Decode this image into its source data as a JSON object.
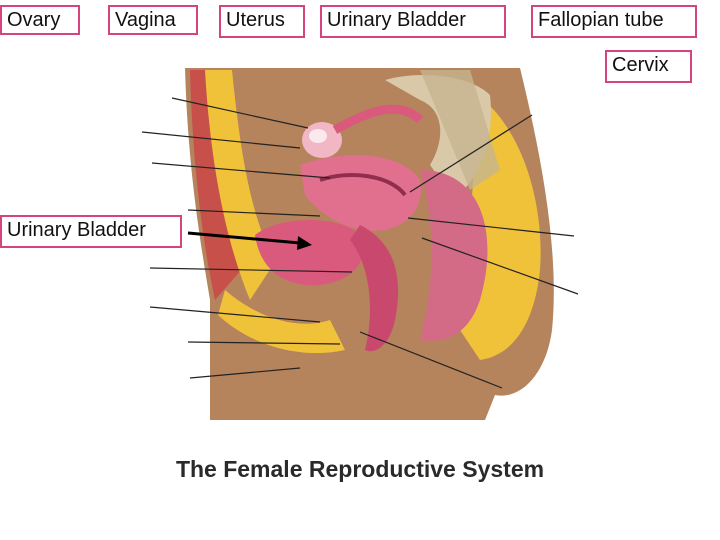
{
  "labels": {
    "ovary": "Ovary",
    "vagina": "Vagina",
    "uterus": "Uterus",
    "urinary_bladder_top": "Urinary Bladder",
    "fallopian_tube": "Fallopian tube",
    "cervix": "Cervix",
    "urinary_bladder_left": "Urinary Bladder"
  },
  "title": "The Female Reproductive System",
  "colors": {
    "label_border": "#d4457d",
    "skin": "#b5835c",
    "fat": "#f0c23a",
    "tissue_pink": "#e1708f",
    "organ_rose": "#d95a7c",
    "bone": "#d9c9a8"
  }
}
